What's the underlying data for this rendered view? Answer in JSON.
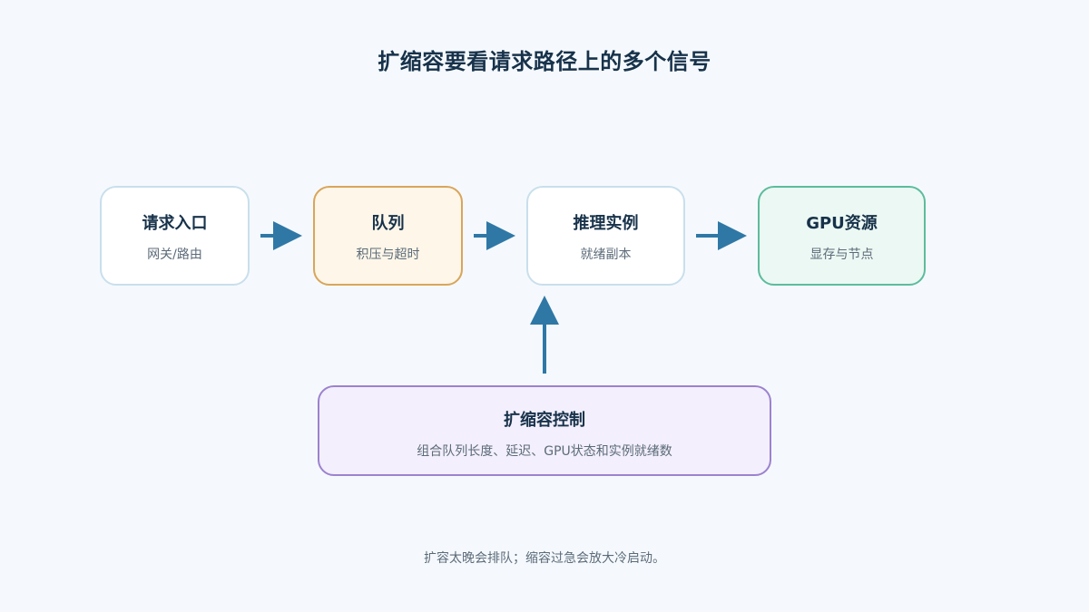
{
  "title": "扩缩容要看请求路径上的多个信号",
  "nodes": {
    "entry": {
      "title": "请求入口",
      "subtitle": "网关/路由"
    },
    "queue": {
      "title": "队列",
      "subtitle": "积压与超时"
    },
    "inference": {
      "title": "推理实例",
      "subtitle": "就绪副本"
    },
    "gpu": {
      "title": "GPU资源",
      "subtitle": "显存与节点"
    },
    "scaler": {
      "title": "扩缩容控制",
      "subtitle": "组合队列长度、延迟、GPU状态和实例就绪数"
    }
  },
  "footnote": "扩容太晚会排队；缩容过急会放大冷启动。",
  "colors": {
    "arrow": "#2f78a6",
    "queue_border": "#d9a55a",
    "gpu_border": "#5cbc9c",
    "scaler_border": "#9c82cf"
  }
}
